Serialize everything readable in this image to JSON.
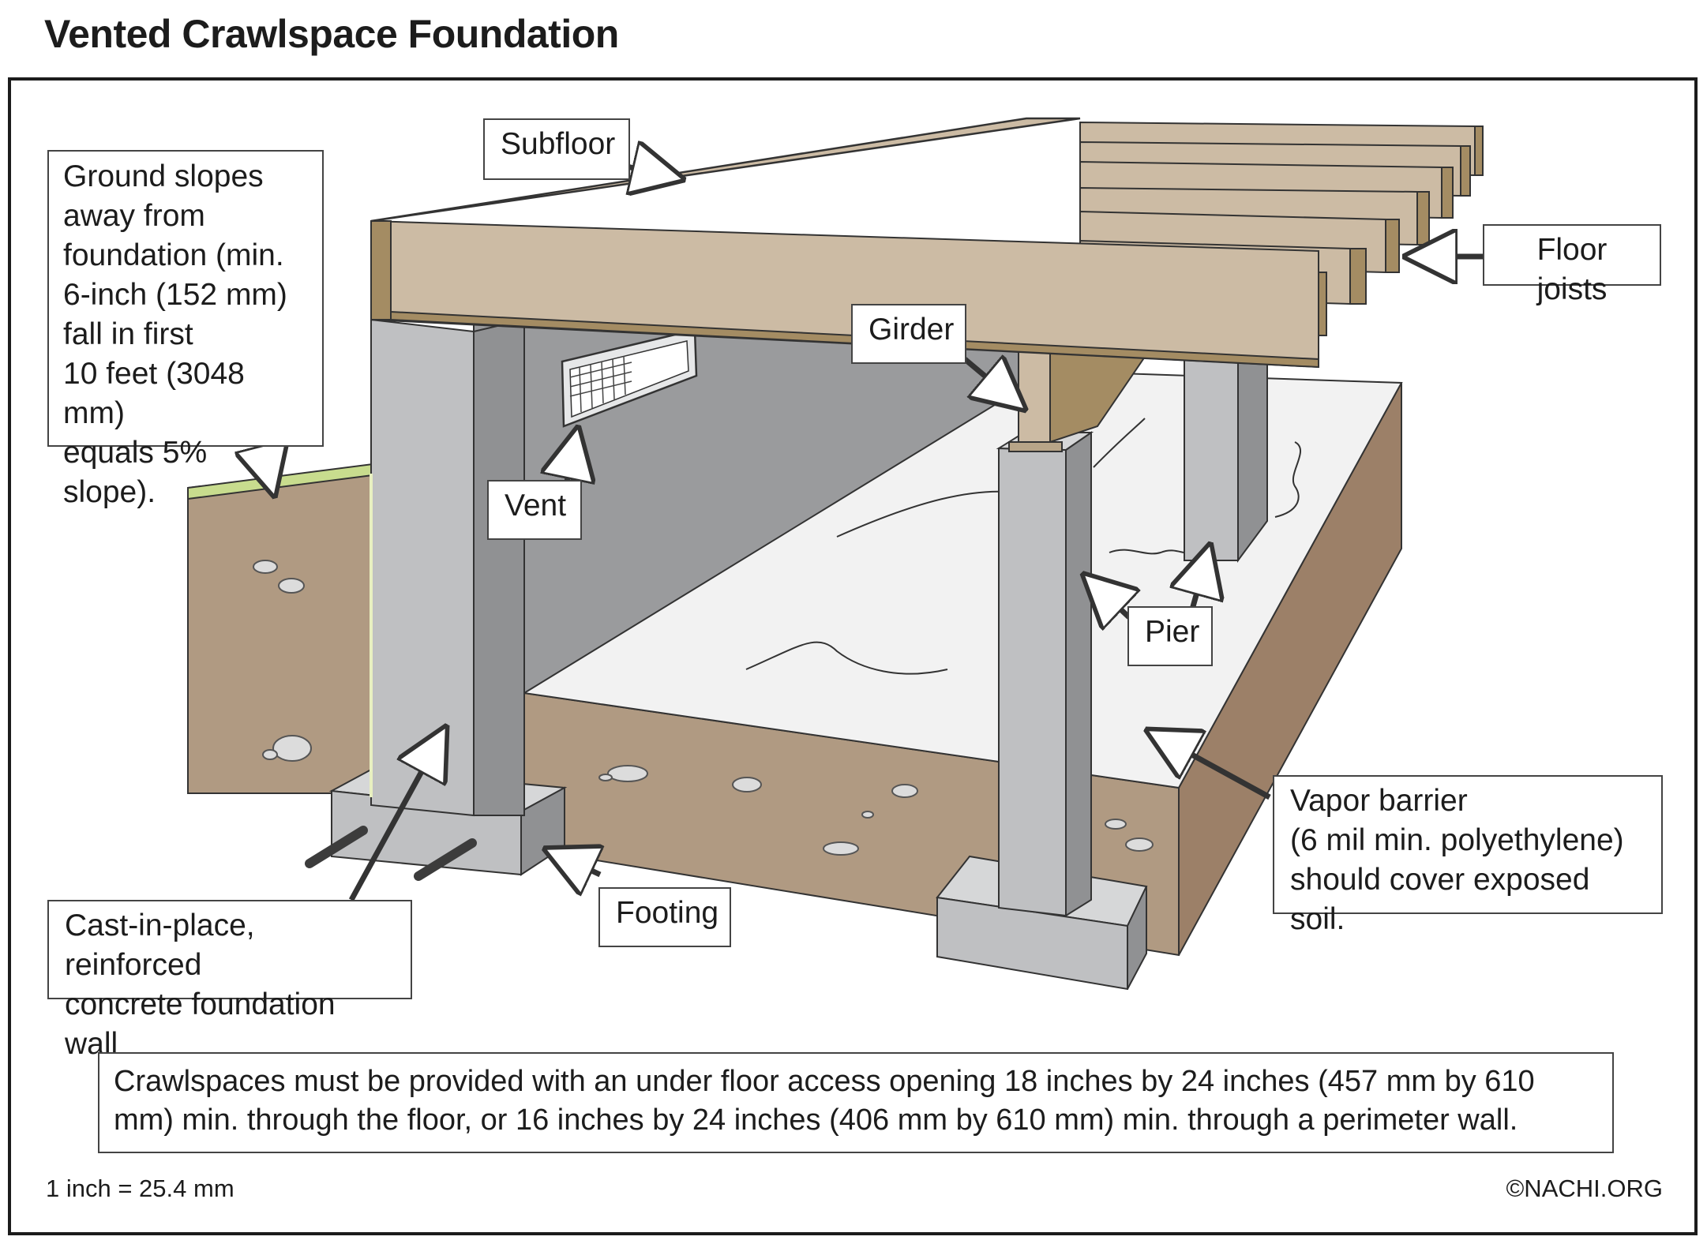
{
  "title": "Vented Crawlspace Foundation",
  "labels": {
    "subfloor": "Subfloor",
    "floor_joists": "Floor joists",
    "girder": "Girder",
    "vent": "Vent",
    "pier": "Pier",
    "footing": "Footing",
    "ground_slope": "Ground slopes\naway from\nfoundation (min.\n6-inch (152 mm)\nfall in first\n10 feet (3048 mm)\nequals 5% slope).",
    "foundation_wall": "Cast-in-place, reinforced\nconcrete foundation wall",
    "vapor_barrier": "Vapor barrier\n(6 mil min. polyethylene)\nshould cover exposed soil."
  },
  "access_note": "Crawlspaces must be provided with an under floor access opening 18 inches by 24 inches (457 mm by 610 mm) min. through the floor, or 16 inches by 24 inches (406 mm by 610 mm) min. through a perimeter wall.",
  "footer": {
    "conversion": "1 inch = 25.4 mm",
    "copyright": "©NACHI.ORG"
  },
  "colors": {
    "soil": "#b09a82",
    "soil_dark": "#9c8068",
    "grass": "#c8dc8e",
    "concrete": "#bfc0c2",
    "concrete_dark": "#909193",
    "wall_interior": "#9a9b9d",
    "wood": "#ccbba4",
    "wood_dark": "#a48c63",
    "vapor_barrier": "#f2f2f2"
  }
}
